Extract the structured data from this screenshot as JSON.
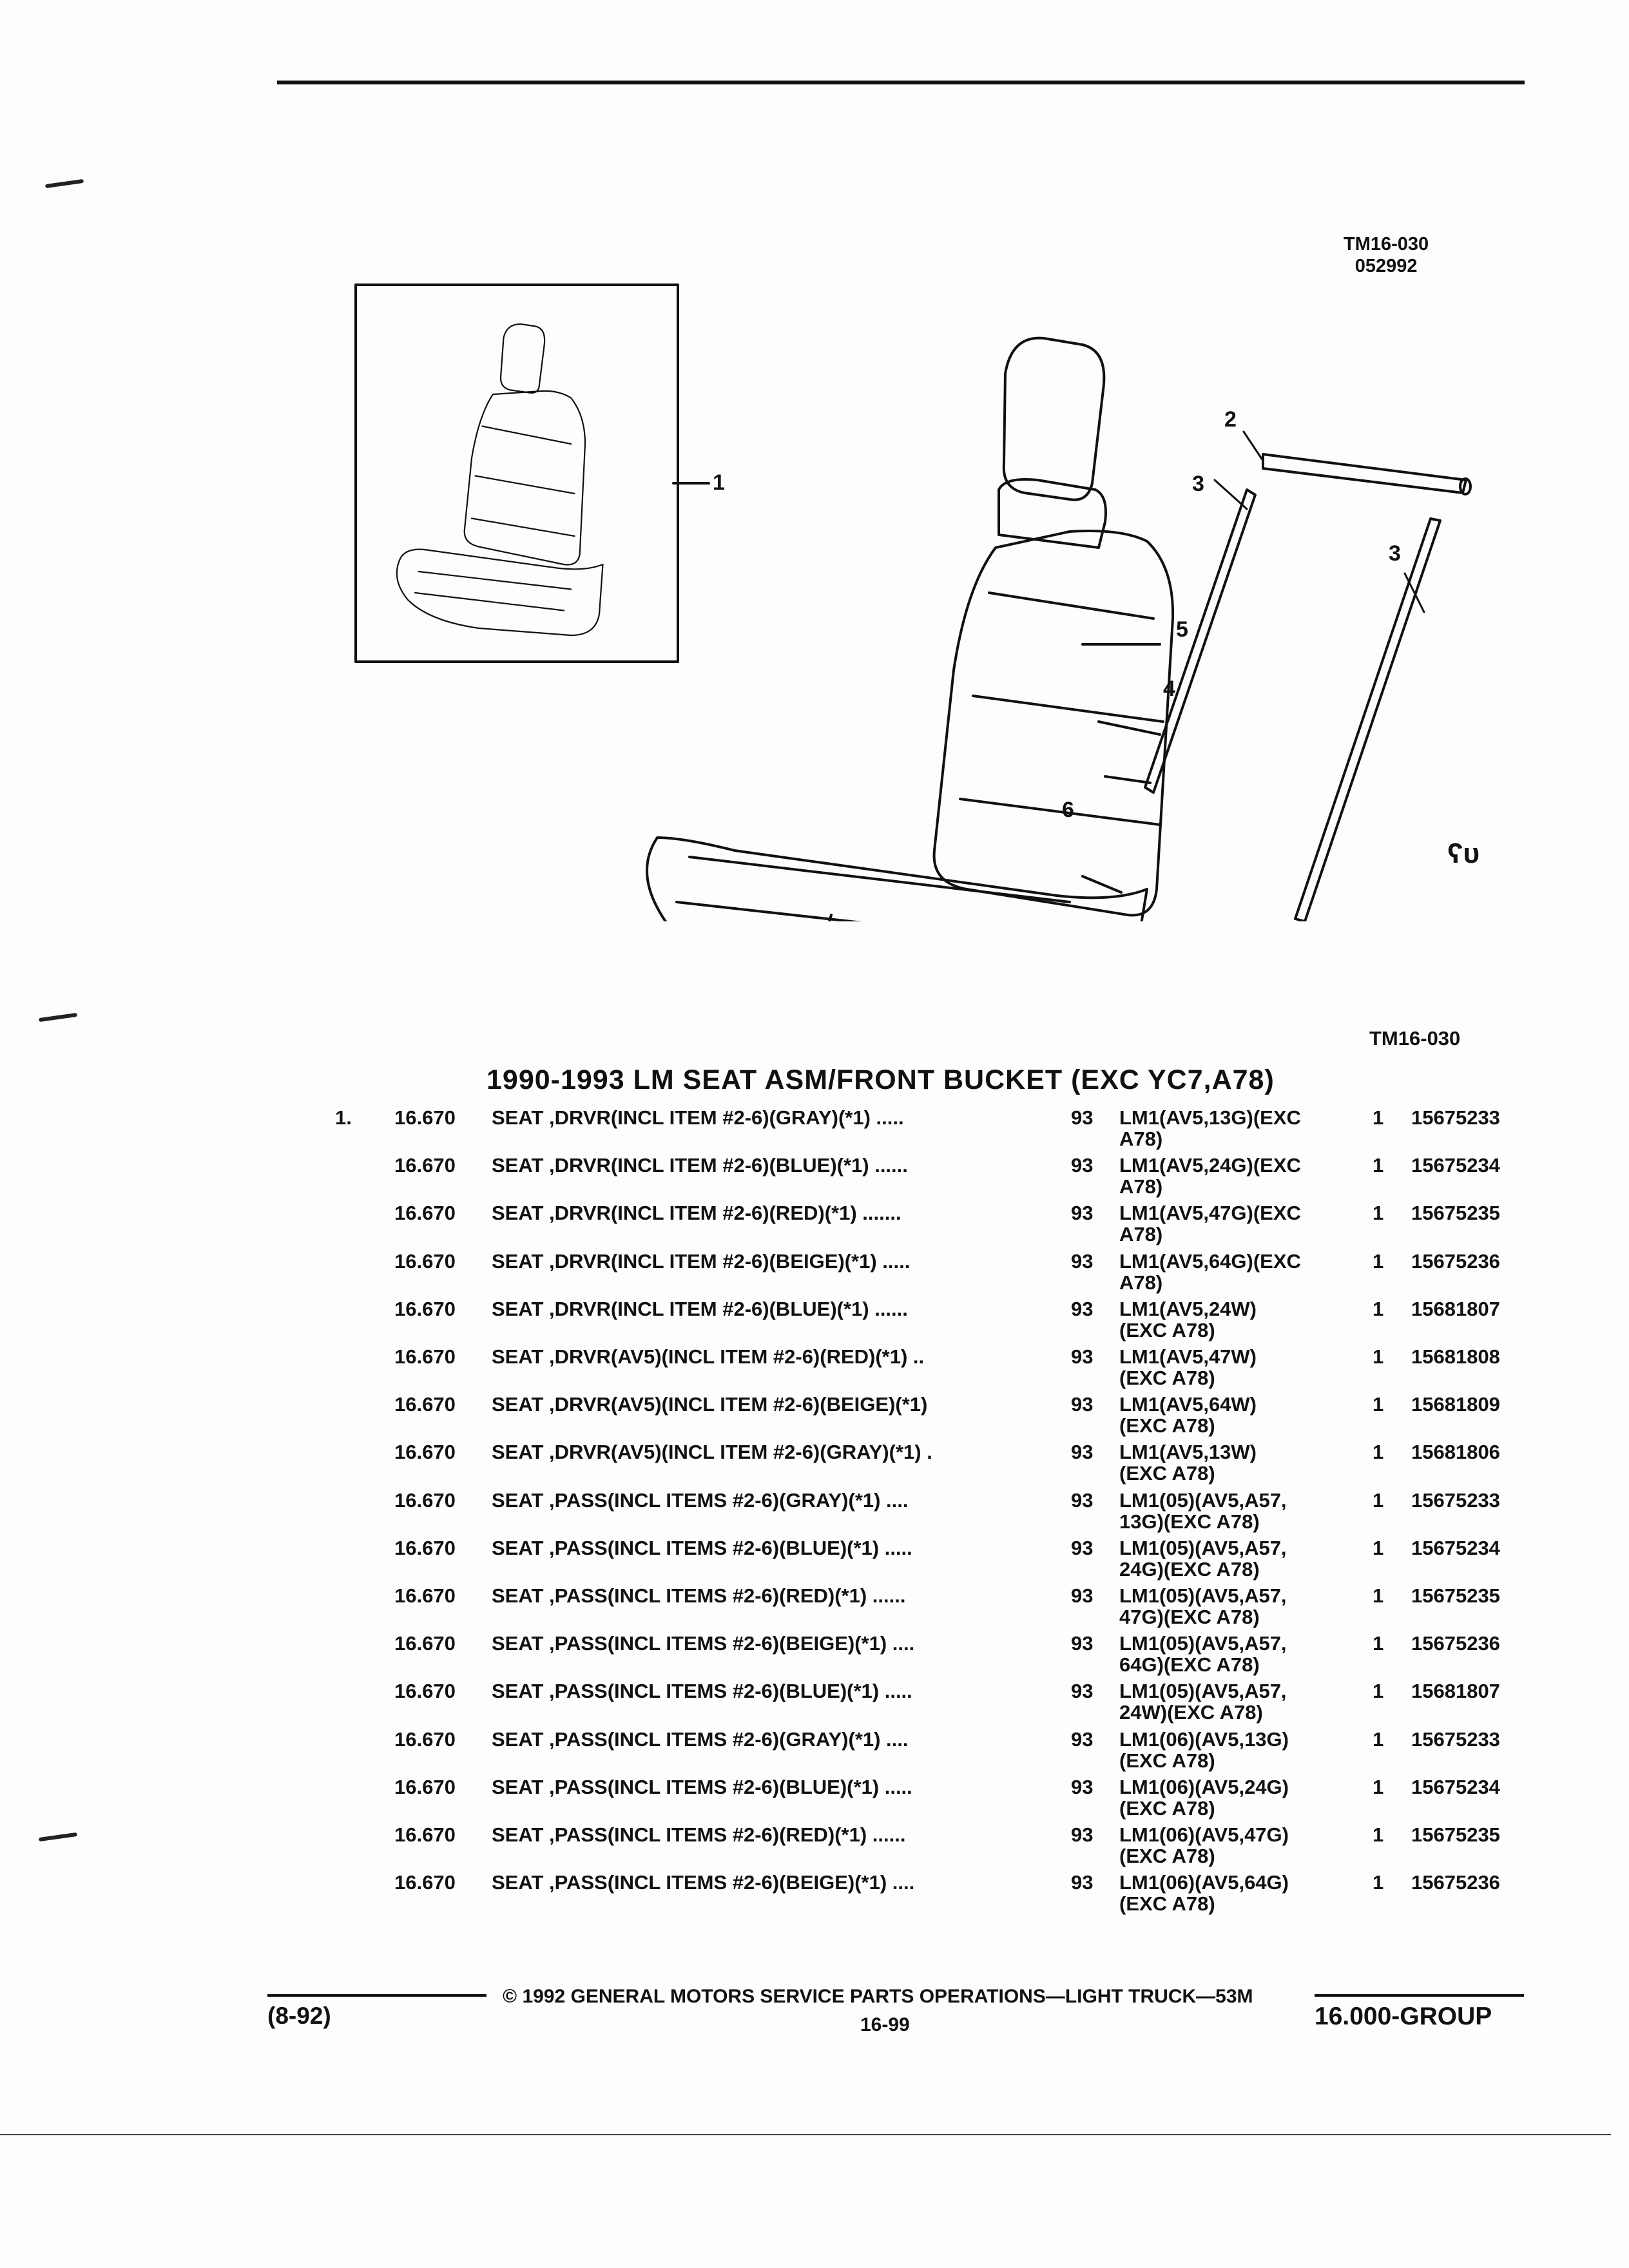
{
  "header": {
    "figure_code": "TM16-030",
    "figure_date": "052992"
  },
  "figure": {
    "callouts": [
      "1",
      "2",
      "3",
      "3",
      "4",
      "5",
      "6"
    ],
    "logo_glyph": "ʕᴜ"
  },
  "section": {
    "figure_code": "TM16-030",
    "title": "1990-1993 LM SEAT ASM/FRONT BUCKET (EXC YC7,A78)"
  },
  "parts": [
    {
      "item": "1.",
      "group": "16.670",
      "desc": "SEAT ,DRVR(INCL ITEM #2-6)(GRAY)(*1)  .....",
      "year": "93",
      "app": [
        "LM1(AV5,13G)(EXC",
        "A78)"
      ],
      "qty": "1",
      "part": "15675233"
    },
    {
      "item": "",
      "group": "16.670",
      "desc": "SEAT ,DRVR(INCL ITEM #2-6)(BLUE)(*1)  ......",
      "year": "93",
      "app": [
        "LM1(AV5,24G)(EXC",
        "A78)"
      ],
      "qty": "1",
      "part": "15675234"
    },
    {
      "item": "",
      "group": "16.670",
      "desc": "SEAT ,DRVR(INCL ITEM #2-6)(RED)(*1)  .......",
      "year": "93",
      "app": [
        "LM1(AV5,47G)(EXC",
        "A78)"
      ],
      "qty": "1",
      "part": "15675235"
    },
    {
      "item": "",
      "group": "16.670",
      "desc": "SEAT ,DRVR(INCL ITEM #2-6)(BEIGE)(*1)  .....",
      "year": "93",
      "app": [
        "LM1(AV5,64G)(EXC",
        "A78)"
      ],
      "qty": "1",
      "part": "15675236"
    },
    {
      "item": "",
      "group": "16.670",
      "desc": "SEAT ,DRVR(INCL ITEM #2-6)(BLUE)(*1)  ......",
      "year": "93",
      "app": [
        "LM1(AV5,24W)",
        "(EXC A78)"
      ],
      "qty": "1",
      "part": "15681807"
    },
    {
      "item": "",
      "group": "16.670",
      "desc": "SEAT ,DRVR(AV5)(INCL ITEM #2-6)(RED)(*1)  ..",
      "year": "93",
      "app": [
        "LM1(AV5,47W)",
        "(EXC A78)"
      ],
      "qty": "1",
      "part": "15681808"
    },
    {
      "item": "",
      "group": "16.670",
      "desc": "SEAT ,DRVR(AV5)(INCL ITEM #2-6)(BEIGE)(*1)",
      "year": "93",
      "app": [
        "LM1(AV5,64W)",
        "(EXC A78)"
      ],
      "qty": "1",
      "part": "15681809"
    },
    {
      "item": "",
      "group": "16.670",
      "desc": "SEAT ,DRVR(AV5)(INCL ITEM #2-6)(GRAY)(*1)  .",
      "year": "93",
      "app": [
        "LM1(AV5,13W)",
        "(EXC A78)"
      ],
      "qty": "1",
      "part": "15681806"
    },
    {
      "item": "",
      "group": "16.670",
      "desc": "SEAT ,PASS(INCL ITEMS #2-6)(GRAY)(*1)  ....",
      "year": "93",
      "app": [
        "LM1(05)(AV5,A57,",
        "13G)(EXC A78)"
      ],
      "qty": "1",
      "part": "15675233"
    },
    {
      "item": "",
      "group": "16.670",
      "desc": "SEAT ,PASS(INCL ITEMS #2-6)(BLUE)(*1)  .....",
      "year": "93",
      "app": [
        "LM1(05)(AV5,A57,",
        "24G)(EXC A78)"
      ],
      "qty": "1",
      "part": "15675234"
    },
    {
      "item": "",
      "group": "16.670",
      "desc": "SEAT ,PASS(INCL ITEMS #2-6)(RED)(*1)  ......",
      "year": "93",
      "app": [
        "LM1(05)(AV5,A57,",
        "47G)(EXC A78)"
      ],
      "qty": "1",
      "part": "15675235"
    },
    {
      "item": "",
      "group": "16.670",
      "desc": "SEAT ,PASS(INCL ITEMS #2-6)(BEIGE)(*1)  ....",
      "year": "93",
      "app": [
        "LM1(05)(AV5,A57,",
        "64G)(EXC A78)"
      ],
      "qty": "1",
      "part": "15675236"
    },
    {
      "item": "",
      "group": "16.670",
      "desc": "SEAT ,PASS(INCL ITEMS #2-6)(BLUE)(*1)  .....",
      "year": "93",
      "app": [
        "LM1(05)(AV5,A57,",
        "24W)(EXC A78)"
      ],
      "qty": "1",
      "part": "15681807"
    },
    {
      "item": "",
      "group": "16.670",
      "desc": "SEAT ,PASS(INCL ITEMS #2-6)(GRAY)(*1)  ....",
      "year": "93",
      "app": [
        "LM1(06)(AV5,13G)",
        "(EXC A78)"
      ],
      "qty": "1",
      "part": "15675233"
    },
    {
      "item": "",
      "group": "16.670",
      "desc": "SEAT ,PASS(INCL ITEMS #2-6)(BLUE)(*1)  .....",
      "year": "93",
      "app": [
        "LM1(06)(AV5,24G)",
        "(EXC A78)"
      ],
      "qty": "1",
      "part": "15675234"
    },
    {
      "item": "",
      "group": "16.670",
      "desc": "SEAT ,PASS(INCL ITEMS #2-6)(RED)(*1)  ......",
      "year": "93",
      "app": [
        "LM1(06)(AV5,47G)",
        "(EXC A78)"
      ],
      "qty": "1",
      "part": "15675235"
    },
    {
      "item": "",
      "group": "16.670",
      "desc": "SEAT ,PASS(INCL ITEMS #2-6)(BEIGE)(*1)  ....",
      "year": "93",
      "app": [
        "LM1(06)(AV5,64G)",
        "(EXC A78)"
      ],
      "qty": "1",
      "part": "15675236"
    }
  ],
  "footer": {
    "revision": "(8-92)",
    "copyright": "© 1992 GENERAL MOTORS SERVICE PARTS OPERATIONS—LIGHT TRUCK—53M",
    "page": "16-99",
    "group": "16.000-GROUP"
  }
}
